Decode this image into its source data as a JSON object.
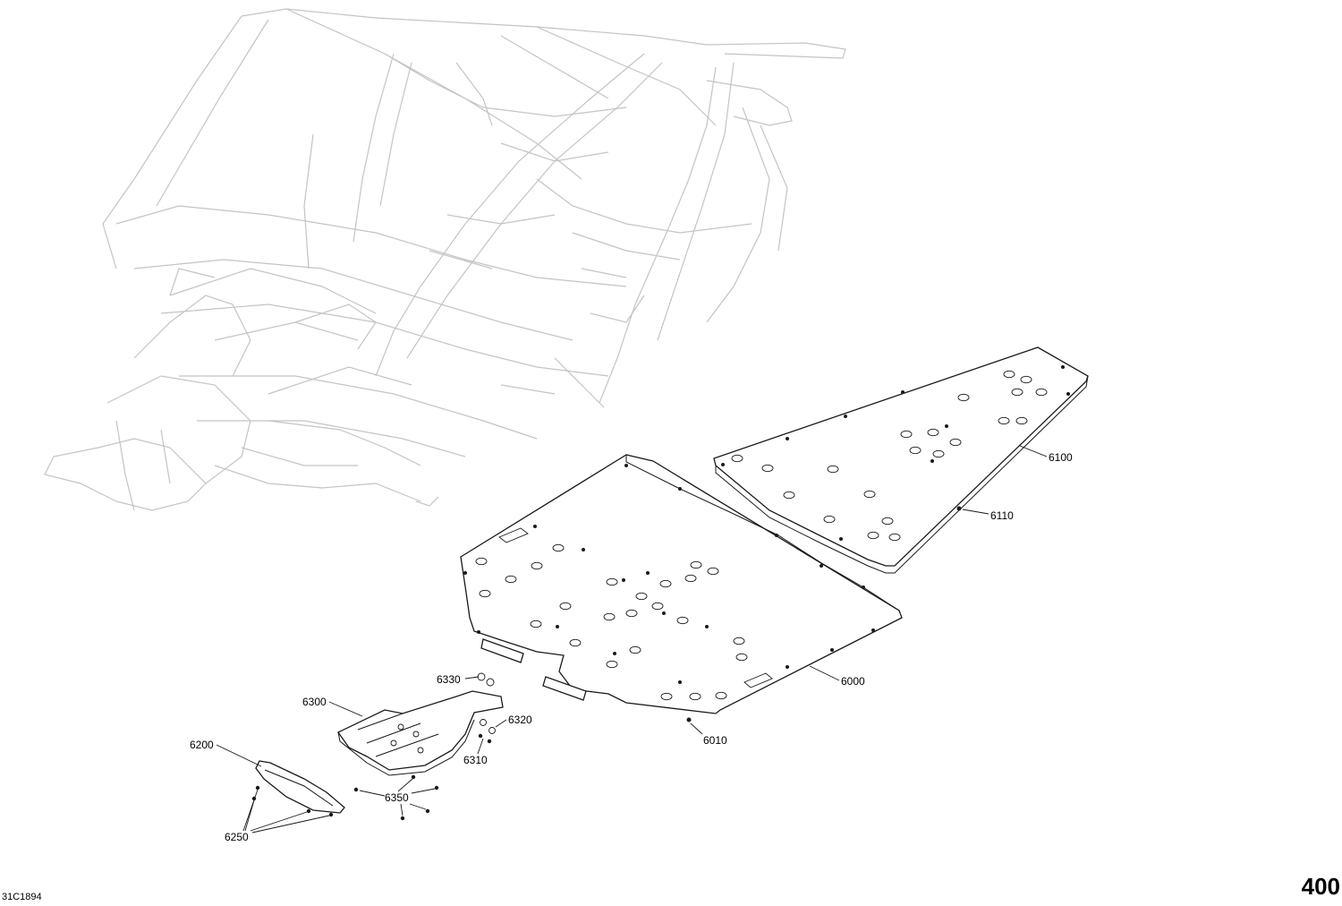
{
  "drawing_code": "31C1894",
  "page_number": "400",
  "callouts": [
    {
      "id": "c6100",
      "label": "6100"
    },
    {
      "id": "c6110",
      "label": "6110"
    },
    {
      "id": "c6000",
      "label": "6000"
    },
    {
      "id": "c6010",
      "label": "6010"
    },
    {
      "id": "c6330",
      "label": "6330"
    },
    {
      "id": "c6300",
      "label": "6300"
    },
    {
      "id": "c6320",
      "label": "6320"
    },
    {
      "id": "c6310",
      "label": "6310"
    },
    {
      "id": "c6200",
      "label": "6200"
    },
    {
      "id": "c6350",
      "label": "6350"
    },
    {
      "id": "c6250",
      "label": "6250"
    }
  ]
}
